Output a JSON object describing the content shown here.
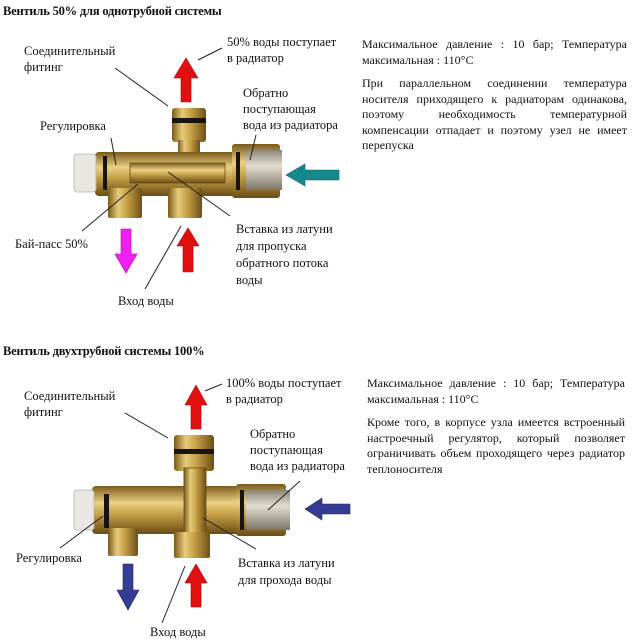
{
  "colors": {
    "arrow_red": "#e01010",
    "arrow_magenta": "#f020f0",
    "arrow_teal": "#16898c",
    "arrow_navy": "#343c94",
    "brass": "#c9a44a",
    "brass_dark": "#8a6a22",
    "cap_white": "#e8e6e0"
  },
  "section1": {
    "title": "Вентиль 50% для однотрубной системы",
    "labels": {
      "fitting_l1": "Соединительный",
      "fitting_l2": "фитинг",
      "out_l1": "50% воды поступает",
      "out_l2": "в радиатор",
      "return_l1": "Обратно",
      "return_l2": "поступающая",
      "return_l3": "вода из радиатора",
      "regulation": "Регулировка",
      "bypass": "Бай-пасс 50%",
      "insert_l1": "Вставка из латуни",
      "insert_l2": "для пропуска",
      "insert_l3": "обратного потока",
      "insert_l4": "воды",
      "inlet": "Вход воды"
    },
    "description": {
      "specs": "Максимальное давление : 10 бар;  Температура максимальная : 110°C",
      "text": "При параллельном соединении температура носителя приходящего к радиаторам одинакова, поэтому необходимость температурной компенсации отпадает и поэтому узел не имеет перепуска"
    }
  },
  "section2": {
    "title": "Вентиль двухтрубной системы 100%",
    "labels": {
      "fitting_l1": "Соединительный",
      "fitting_l2": "фитинг",
      "out_l1": "100% воды поступает",
      "out_l2": "в радиатор",
      "return_l1": "Обратно",
      "return_l2": "поступающая",
      "return_l3": "вода из радиатора",
      "regulation": "Регулировка",
      "insert_l1": "Вставка из латуни",
      "insert_l2": "для прохода воды",
      "inlet": "Вход воды"
    },
    "description": {
      "specs": "Максимальное давление : 10 бар; Температура максимальная : 110°C",
      "text": "Кроме того, в корпусе узла имеется встроенный настроечный регулятор, который позволяет ограничивать объем проходящего через радиатор теплоносителя"
    }
  }
}
